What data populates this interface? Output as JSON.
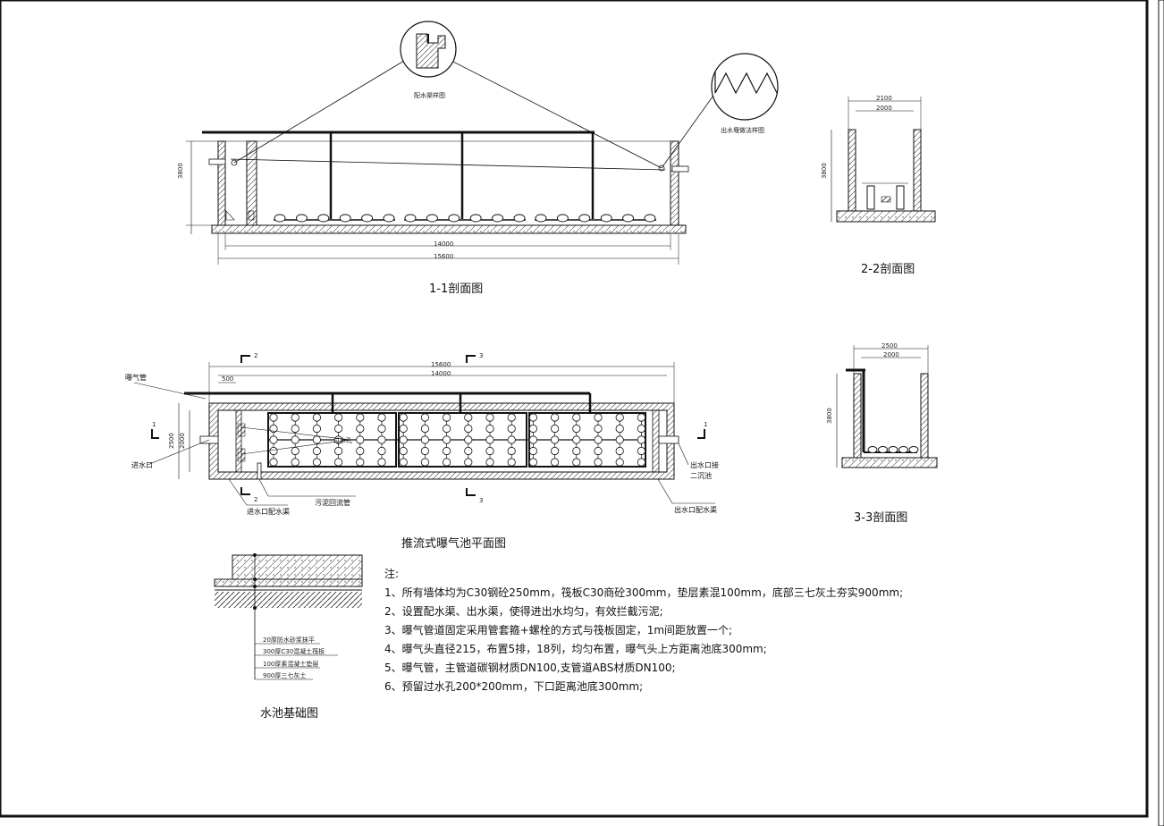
{
  "titles": {
    "section_1_1": "1-1剖面图",
    "section_2_2": "2-2剖面图",
    "section_3_3": "3-3剖面图",
    "plan": "推流式曝气池平面图",
    "foundation": "水池基础图"
  },
  "detail_labels": {
    "channel_detail": "配水渠样图",
    "weir_detail": "出水堰做法样图"
  },
  "plan_labels": {
    "aeration_pipe": "曝气管",
    "inlet": "进水口",
    "inlet_channel": "进水口配水渠",
    "sludge_return": "污泥回流管",
    "overflow_hole": "过水孔",
    "outlet_to": "出水口接",
    "outlet_to_2": "二沉池",
    "outlet_channel": "出水口配水渠",
    "cut_1": "1",
    "cut_2": "2",
    "cut_3": "3"
  },
  "dimensions": {
    "len_15600": "15600",
    "len_14000": "14000",
    "w_2100": "2100",
    "w_2000": "2000",
    "h_3800": "3800",
    "w_2500": "2500",
    "d_500": "500"
  },
  "foundation_layers": [
    "20厚防水砂浆抹平",
    "300厚C30混凝土筏板",
    "100厚素混凝土垫层",
    "900厚三七灰土"
  ],
  "notes": {
    "heading": "注:",
    "items": [
      "1、所有墙体均为C30钢砼250mm，筏板C30商砼300mm，垫层素混100mm，底部三七灰土夯实900mm;",
      "2、设置配水渠、出水渠，使得进出水均匀，有效拦截污泥;",
      "3、曝气管道固定采用管套箍+螺栓的方式与筏板固定，1m间距放置一个;",
      "4、曝气头直径215，布置5排，18列，均匀布置，曝气头上方距离池底300mm;",
      "5、曝气管，主管道碳钢材质DN100,支管道ABS材质DN100;",
      "6、预留过水孔200*200mm，下口距离池底300mm;"
    ]
  }
}
